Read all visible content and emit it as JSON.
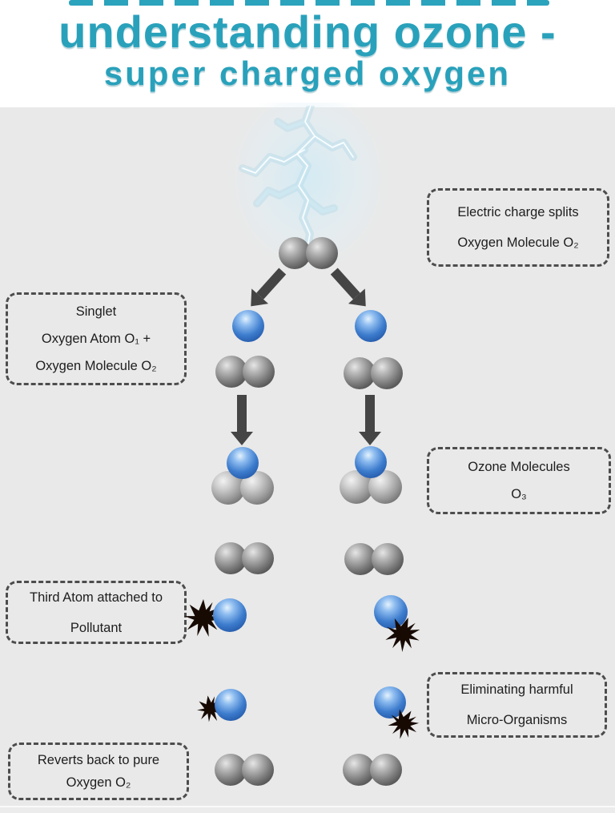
{
  "title": {
    "line1": "understanding ozone -",
    "line2": "super charged oxygen"
  },
  "callouts": {
    "electric": {
      "lines": [
        "Electric charge splits",
        "Oxygen Molecule O₂"
      ]
    },
    "singlet": {
      "lines": [
        "Singlet",
        "Oxygen Atom O₁ +",
        "Oxygen Molecule O₂"
      ]
    },
    "ozone": {
      "lines": [
        "Ozone Molecules",
        "O₃"
      ]
    },
    "third_atom": {
      "lines": [
        "Third Atom attached to",
        "Pollutant"
      ]
    },
    "eliminating": {
      "lines": [
        "Eliminating harmful",
        "Micro-Organisms"
      ]
    },
    "reverts": {
      "lines": [
        "Reverts back to pure",
        "Oxygen O₂"
      ]
    }
  },
  "icons": {
    "lightning": "lightning-bolt-icon",
    "pollutant": "pollutant-starburst-icon"
  },
  "colors": {
    "background": "#e9e9e9",
    "title_teal": "#29a1bb",
    "box_border": "#4d4d4d",
    "box_text": "#1d1d1d",
    "arrow": "#454545",
    "atom_gray": "#7c7c7c",
    "atom_blue": "#3d7ccd",
    "pollutant_dark": "#170a03",
    "lightning_blue": "#a9d7e8"
  }
}
